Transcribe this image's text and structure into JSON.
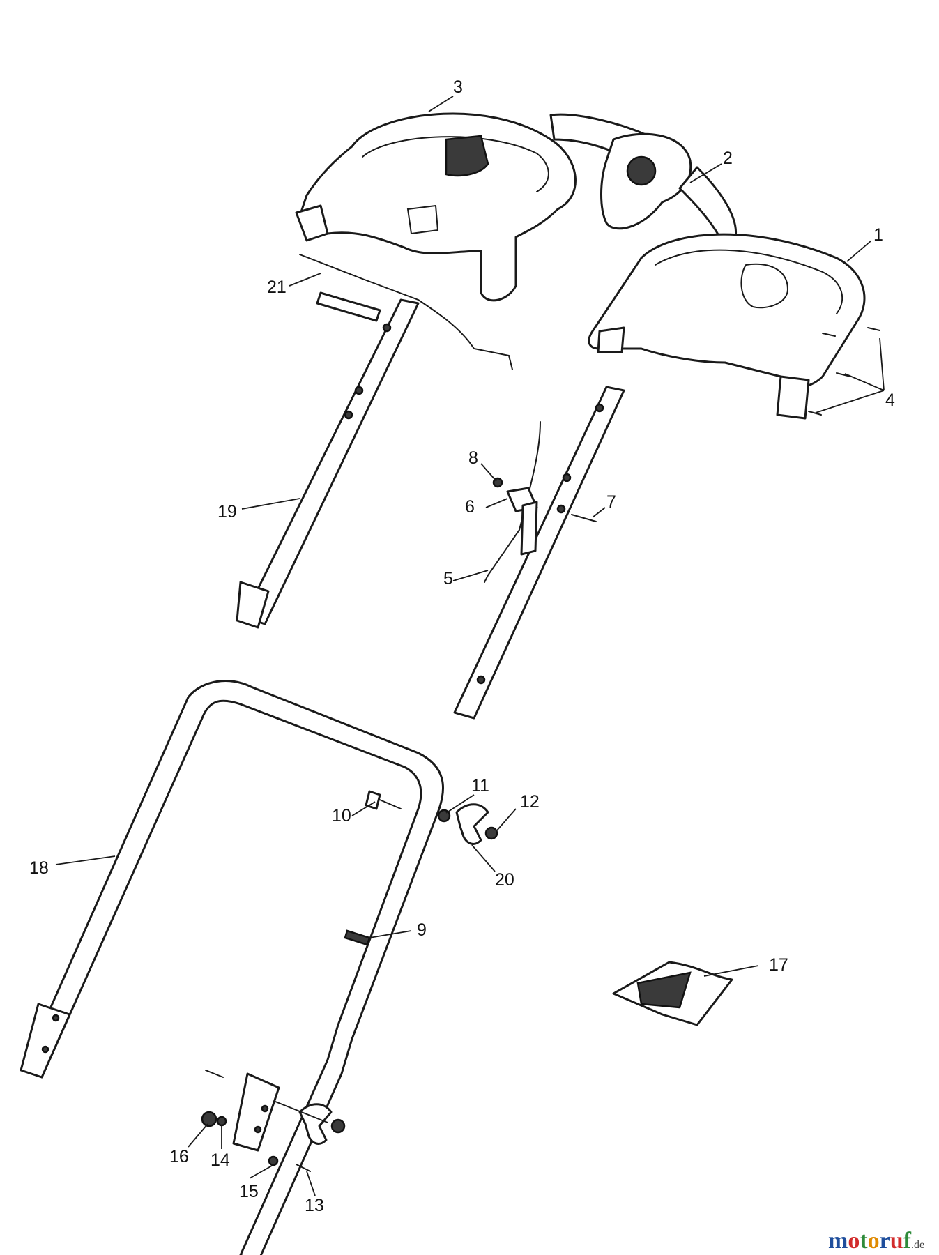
{
  "callouts": {
    "c1": "1",
    "c2": "2",
    "c3": "3",
    "c4": "4",
    "c5": "5",
    "c6": "6",
    "c7": "7",
    "c8": "8",
    "c9": "9",
    "c10": "10",
    "c11": "11",
    "c12": "12",
    "c13": "13",
    "c14": "14",
    "c15": "15",
    "c16": "16",
    "c17": "17",
    "c18": "18",
    "c19": "19",
    "c20": "20",
    "c21": "21"
  },
  "watermark": {
    "letters": [
      "m",
      "o",
      "t",
      "o",
      "r",
      "u",
      "f"
    ],
    "colors": [
      "#1f4e9c",
      "#d22b2b",
      "#2e8b3a",
      "#e08a00",
      "#1f4e9c",
      "#d22b2b",
      "#2e8b3a"
    ],
    "suffix": ".de"
  }
}
